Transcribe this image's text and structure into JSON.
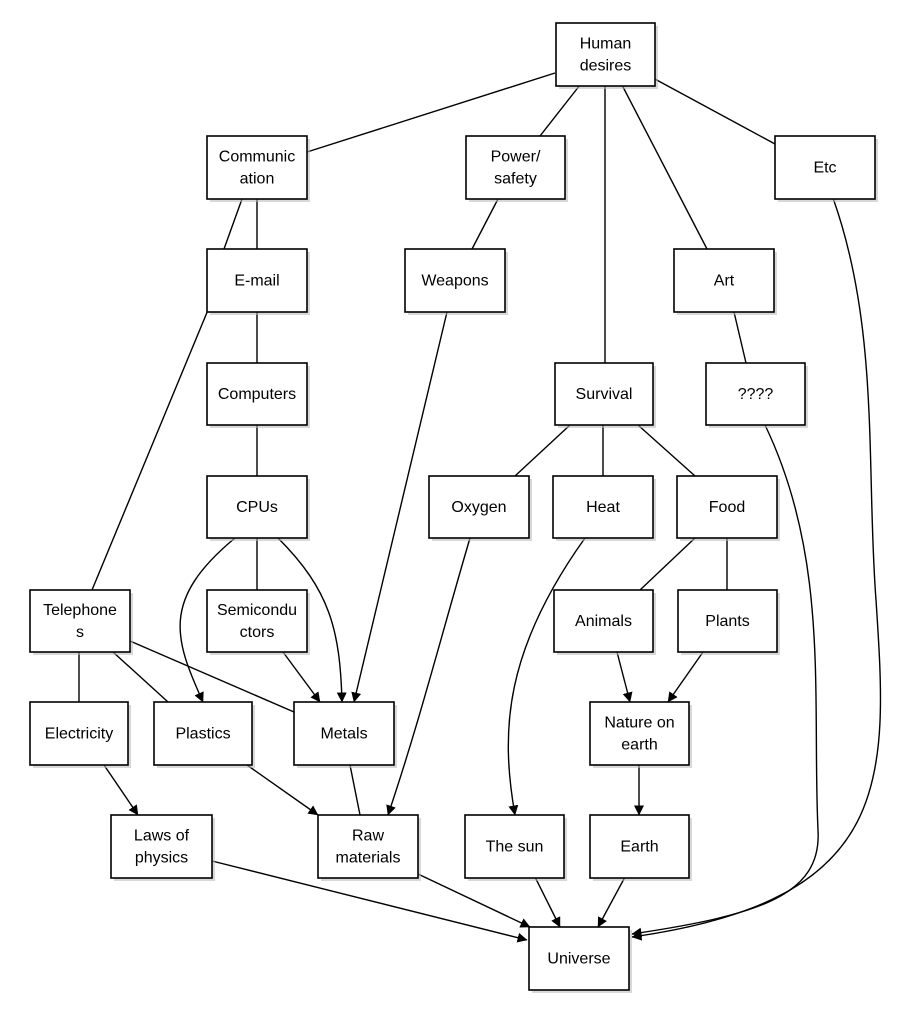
{
  "diagram": {
    "nodes": {
      "human_desires": [
        "Human",
        "desires"
      ],
      "communication": [
        "Communic",
        "ation"
      ],
      "power_safety": [
        "Power/",
        "safety"
      ],
      "etc": [
        "Etc"
      ],
      "email": [
        "E-mail"
      ],
      "weapons": [
        "Weapons"
      ],
      "art": [
        "Art"
      ],
      "computers": [
        "Computers"
      ],
      "survival": [
        "Survival"
      ],
      "unknown": [
        "????"
      ],
      "cpus": [
        "CPUs"
      ],
      "oxygen": [
        "Oxygen"
      ],
      "heat": [
        "Heat"
      ],
      "food": [
        "Food"
      ],
      "telephones": [
        "Telephone",
        "s"
      ],
      "semiconductors": [
        "Semicondu",
        "ctors"
      ],
      "animals": [
        "Animals"
      ],
      "plants": [
        "Plants"
      ],
      "electricity": [
        "Electricity"
      ],
      "plastics": [
        "Plastics"
      ],
      "metals": [
        "Metals"
      ],
      "nature_on_earth": [
        "Nature on",
        "earth"
      ],
      "laws_of_physics": [
        "Laws of",
        "physics"
      ],
      "raw_materials": [
        "Raw",
        "materials"
      ],
      "the_sun": [
        "The sun"
      ],
      "earth": [
        "Earth"
      ],
      "universe": [
        "Universe"
      ]
    }
  }
}
